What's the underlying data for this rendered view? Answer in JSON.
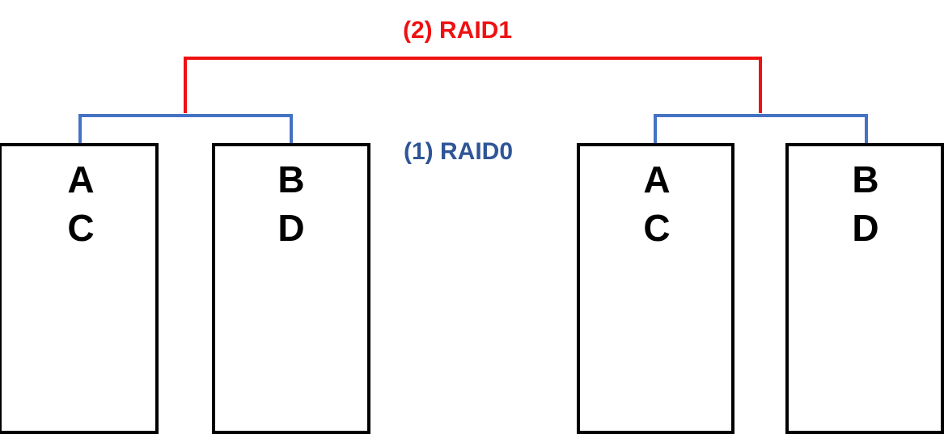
{
  "labels": {
    "raid1": "(2) RAID1",
    "raid0": "(1) RAID0"
  },
  "colors": {
    "raid1": "#ee1111",
    "raid0": "#4472c4",
    "raid0_text": "#2f5597",
    "disk_border": "#000000"
  },
  "disks": [
    {
      "chunks": [
        "A",
        "C"
      ]
    },
    {
      "chunks": [
        "B",
        "D"
      ]
    },
    {
      "chunks": [
        "A",
        "C"
      ]
    },
    {
      "chunks": [
        "B",
        "D"
      ]
    }
  ]
}
